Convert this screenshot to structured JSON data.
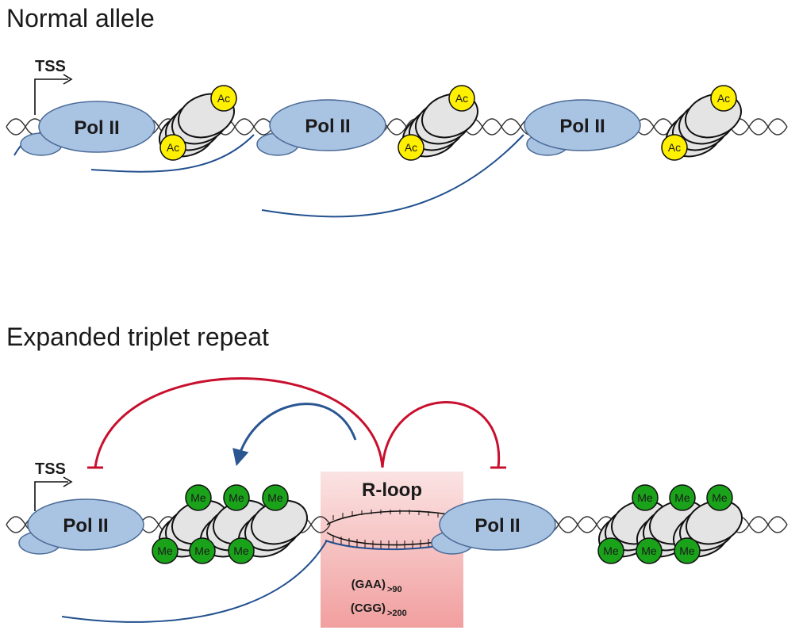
{
  "panels": {
    "normal": {
      "title": "Normal allele"
    },
    "expanded": {
      "title": "Expanded triplet repeat"
    }
  },
  "labels": {
    "tss": "TSS",
    "pol": "Pol II",
    "ac": "Ac",
    "me": "Me",
    "rloop": "R-loop",
    "repeat_gaa": "(GAA)",
    "repeat_gaa_sub": ">90",
    "repeat_cgg": "(CGG)",
    "repeat_cgg_sub": ">200"
  },
  "colors": {
    "polymerase": "#a9c3e3",
    "nucleosome": "#e4e4e4",
    "acetyl": "#ffef00",
    "methyl": "#1aa31a",
    "rna": "#22508f",
    "inhibition": "#c8102e",
    "rloop_box": "#f5bcbc"
  }
}
